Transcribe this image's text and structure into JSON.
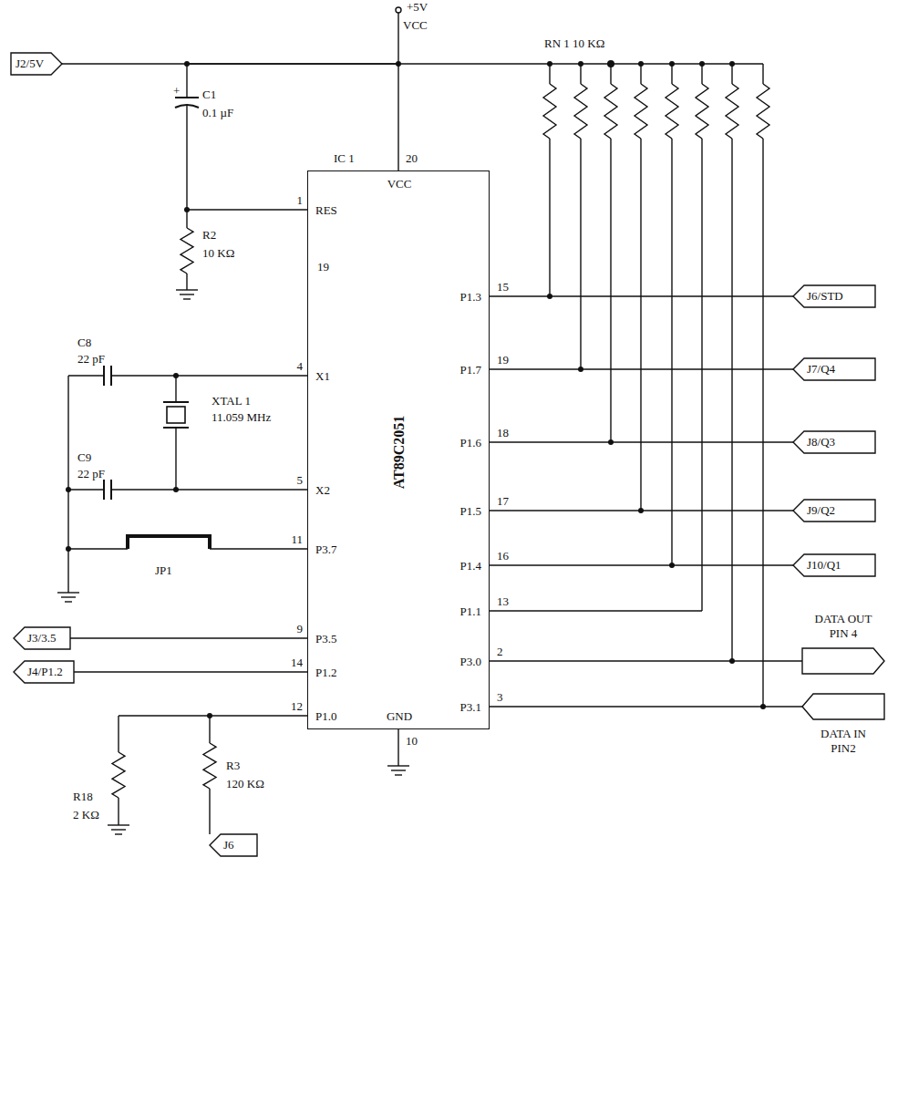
{
  "diagram": {
    "nodes": [
      {
        "text": [
          "J2/5V"
        ]
      },
      {
        "text": [
          "VCC",
          "RES",
          "19",
          "X1",
          "X2",
          "P3.7",
          "P3.5",
          "P1.2",
          "P1.0",
          "GND",
          "P1.3",
          "P1.7",
          "P1.6",
          "P1.5",
          "P1.4",
          "P1.1",
          "P3.0",
          "P3.1",
          "AT89C2051"
        ]
      },
      {
        "text": [
          "J6/STD"
        ]
      },
      {
        "text": [
          "J7/Q4"
        ]
      },
      {
        "text": [
          "J8/Q3"
        ]
      },
      {
        "text": [
          "J9/Q2"
        ]
      },
      {
        "text": [
          "J10/Q1"
        ]
      },
      {
        "text": [
          "J3/3.5"
        ]
      },
      {
        "text": [
          "J4/P1.2"
        ]
      },
      {
        "text": [
          "DATA OUT PIN 4"
        ]
      },
      {
        "text": [
          "DATA IN PIN2"
        ]
      },
      {
        "text": [
          "J6"
        ]
      }
    ],
    "edges": [
      {
        "from": 0,
        "to": 1,
        "arrow": "none"
      },
      {
        "from": 2,
        "to": 1,
        "arrow": "none"
      },
      {
        "from": 3,
        "to": 1,
        "arrow": "none"
      },
      {
        "from": 4,
        "to": 1,
        "arrow": "none"
      },
      {
        "from": 5,
        "to": 1,
        "arrow": "none"
      },
      {
        "from": 6,
        "to": 1,
        "arrow": "none"
      },
      {
        "from": 7,
        "to": 1,
        "arrow": "none"
      },
      {
        "from": 8,
        "to": 1,
        "arrow": "none"
      },
      {
        "from": 1,
        "to": 9,
        "arrow": "none"
      },
      {
        "from": 10,
        "to": 1,
        "arrow": "none"
      }
    ],
    "labels": [
      "+5V",
      "VCC",
      "RN 1 10 KΩ",
      "+",
      "C1",
      "0.1 µF",
      "IC 1",
      "20",
      "1",
      "R2",
      "10 KΩ",
      "C8",
      "22 pF",
      "4",
      "XTAL 1",
      "11.059 MHz",
      "C9",
      "22 pF",
      "5",
      "JP1",
      "11",
      "9",
      "14",
      "12",
      "10",
      "R18",
      "2 KΩ",
      "R3",
      "120 KΩ",
      "15",
      "19",
      "18",
      "17",
      "16",
      "13",
      "2",
      "3"
    ]
  }
}
